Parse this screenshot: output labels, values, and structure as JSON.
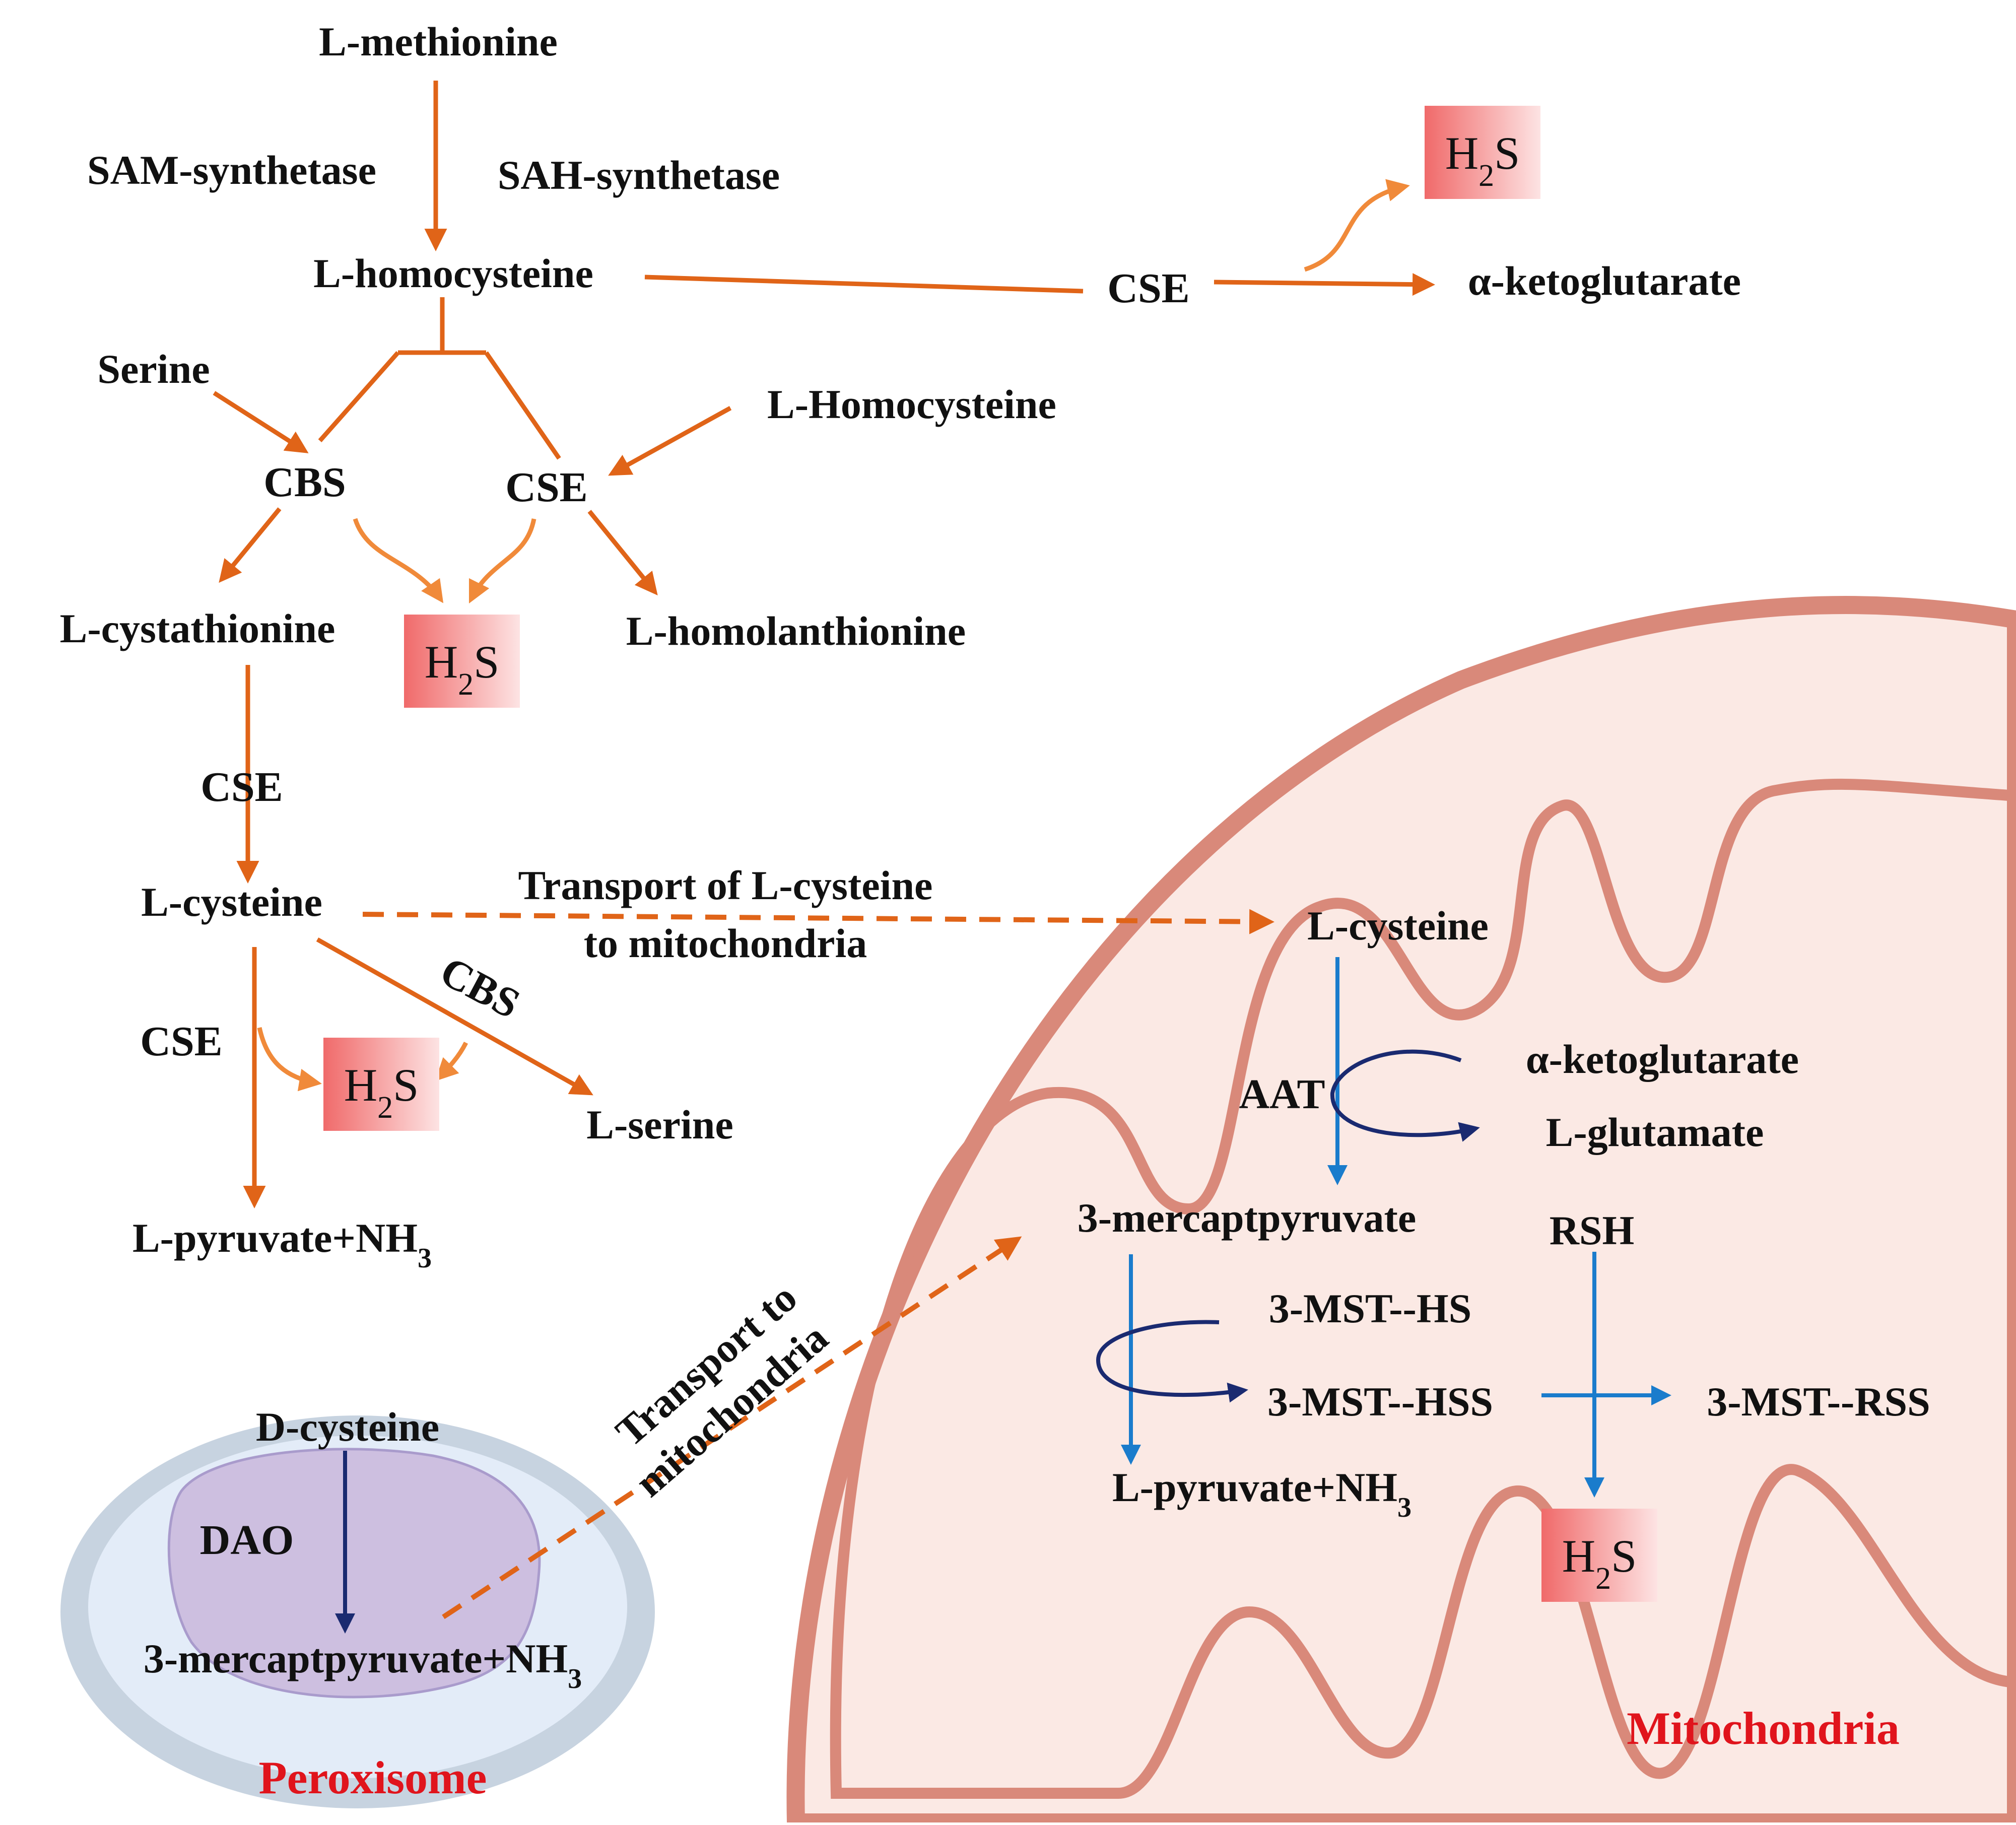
{
  "nodes": {
    "l_methionine": "L-methionine",
    "sam_synthetase": "SAM-synthetase",
    "sah_synthetase": "SAH-synthetase",
    "l_homocysteine": "L-homocysteine",
    "cse_top": "CSE",
    "alpha_kg_top": "α-ketoglutarate",
    "serine": "Serine",
    "l_homocysteine_cap": "L-Homocysteine",
    "cbs": "CBS",
    "cse_mid": "CSE",
    "l_cystathionine": "L-cystathionine",
    "l_homolanthionine": "L-homolanthionine",
    "cse_lower": "CSE",
    "l_cysteine": "L-cysteine",
    "transport_cys_1": "Transport of L-cysteine",
    "transport_cys_2": "to mitochondria",
    "cbs_diag": "CBS",
    "cse_left": "CSE",
    "l_serine": "L-serine",
    "l_pyruvate_main": "L-pyruvate+NH",
    "l_pyruvate_main_sub": "3",
    "mito_l_cysteine": "L-cysteine",
    "aat": "AAT",
    "alpha_kg_mito": "α-ketoglutarate",
    "l_glutamate": "L-glutamate",
    "mercaptopyruvate": "3-mercaptpyruvate",
    "rsh": "RSH",
    "mst_hs": "3-MST--HS",
    "mst_hss": "3-MST--HSS",
    "mst_rss": "3-MST--RSS",
    "l_pyruvate_mito": "L-pyruvate+NH",
    "l_pyruvate_mito_sub": "3",
    "transport_to_1": "Transport to",
    "transport_to_2": "mitochondria",
    "d_cysteine": "D-cysteine",
    "dao": "DAO",
    "perox_product": "3-mercaptpyruvate+NH",
    "perox_product_sub": "3"
  },
  "h2s": {
    "main": "H",
    "sub": "2",
    "tail": "S"
  },
  "organelles": {
    "mitochondria": "Mitochondria",
    "peroxisome": "Peroxisome"
  },
  "colors": {
    "pathway_orange": "#e06418",
    "h2s_arrow_orange": "#f08a3a",
    "mito_blue": "#1a7ccc",
    "cycle_navy": "#1a2a70",
    "organelle_red": "#e0141c",
    "mito_membrane": "#d9897a",
    "mito_matrix": "#fbe9e4",
    "peroxisome_outer": "#c7d3e0",
    "peroxisome_inner": "#e3ecf8",
    "peroxisome_core": "#cdbfe0"
  }
}
